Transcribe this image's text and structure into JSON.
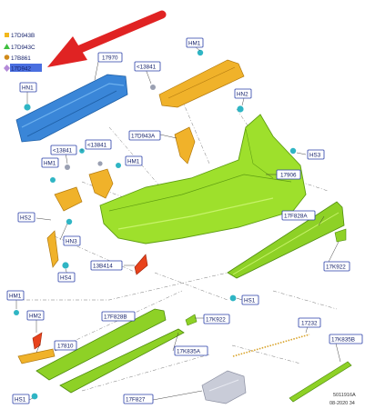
{
  "legend": {
    "items": [
      {
        "code": "17D943B",
        "marker": "square",
        "color": "#f2b81c"
      },
      {
        "code": "17D943C",
        "marker": "triangle",
        "color": "#3fbf3f"
      },
      {
        "code": "17B861",
        "marker": "circle",
        "color": "#d08a1a"
      },
      {
        "code": "17D942",
        "marker": "diamond",
        "color": "#b48ad8"
      }
    ]
  },
  "callouts": {
    "c17970": "17970",
    "c13841_a": "<13841",
    "c13841_b": "<13841",
    "c13841_c": "<13841",
    "c17D943A": "17D943A",
    "c17906": "17906",
    "c17F828A": "17F828A",
    "c13B414": "13B414",
    "c17K922_a": "17K922",
    "c17K922_b": "17K922",
    "c17F828B": "17F828B",
    "c17810": "17810",
    "c17K835A": "17K835A",
    "c17232": "17232",
    "c17K835B": "17K835B",
    "c17F827": "17F827",
    "hn1_a": "HN1",
    "hm1_a": "HM1",
    "hm1_b": "HM1",
    "hm1_c": "HM1",
    "hm1_d": "HM1",
    "hn2": "HN2",
    "hs3": "HS3",
    "hs2": "HS2",
    "hn3": "HN3",
    "hs4": "HS4",
    "hs1_a": "HS1",
    "hs1_b": "HS1",
    "hm2": "HM2"
  },
  "footer": {
    "code": "5011916A",
    "date": "08-2020 34"
  },
  "colors": {
    "bumper": "#9ee02c",
    "bumper_dark": "#5f9e12",
    "beam": "#3a86d8",
    "bracket": "#f0b22a",
    "clip": "#2fb5c4",
    "arrow": "#e02323",
    "label_border": "#2a3fa8",
    "reflector": "#e8431c"
  }
}
